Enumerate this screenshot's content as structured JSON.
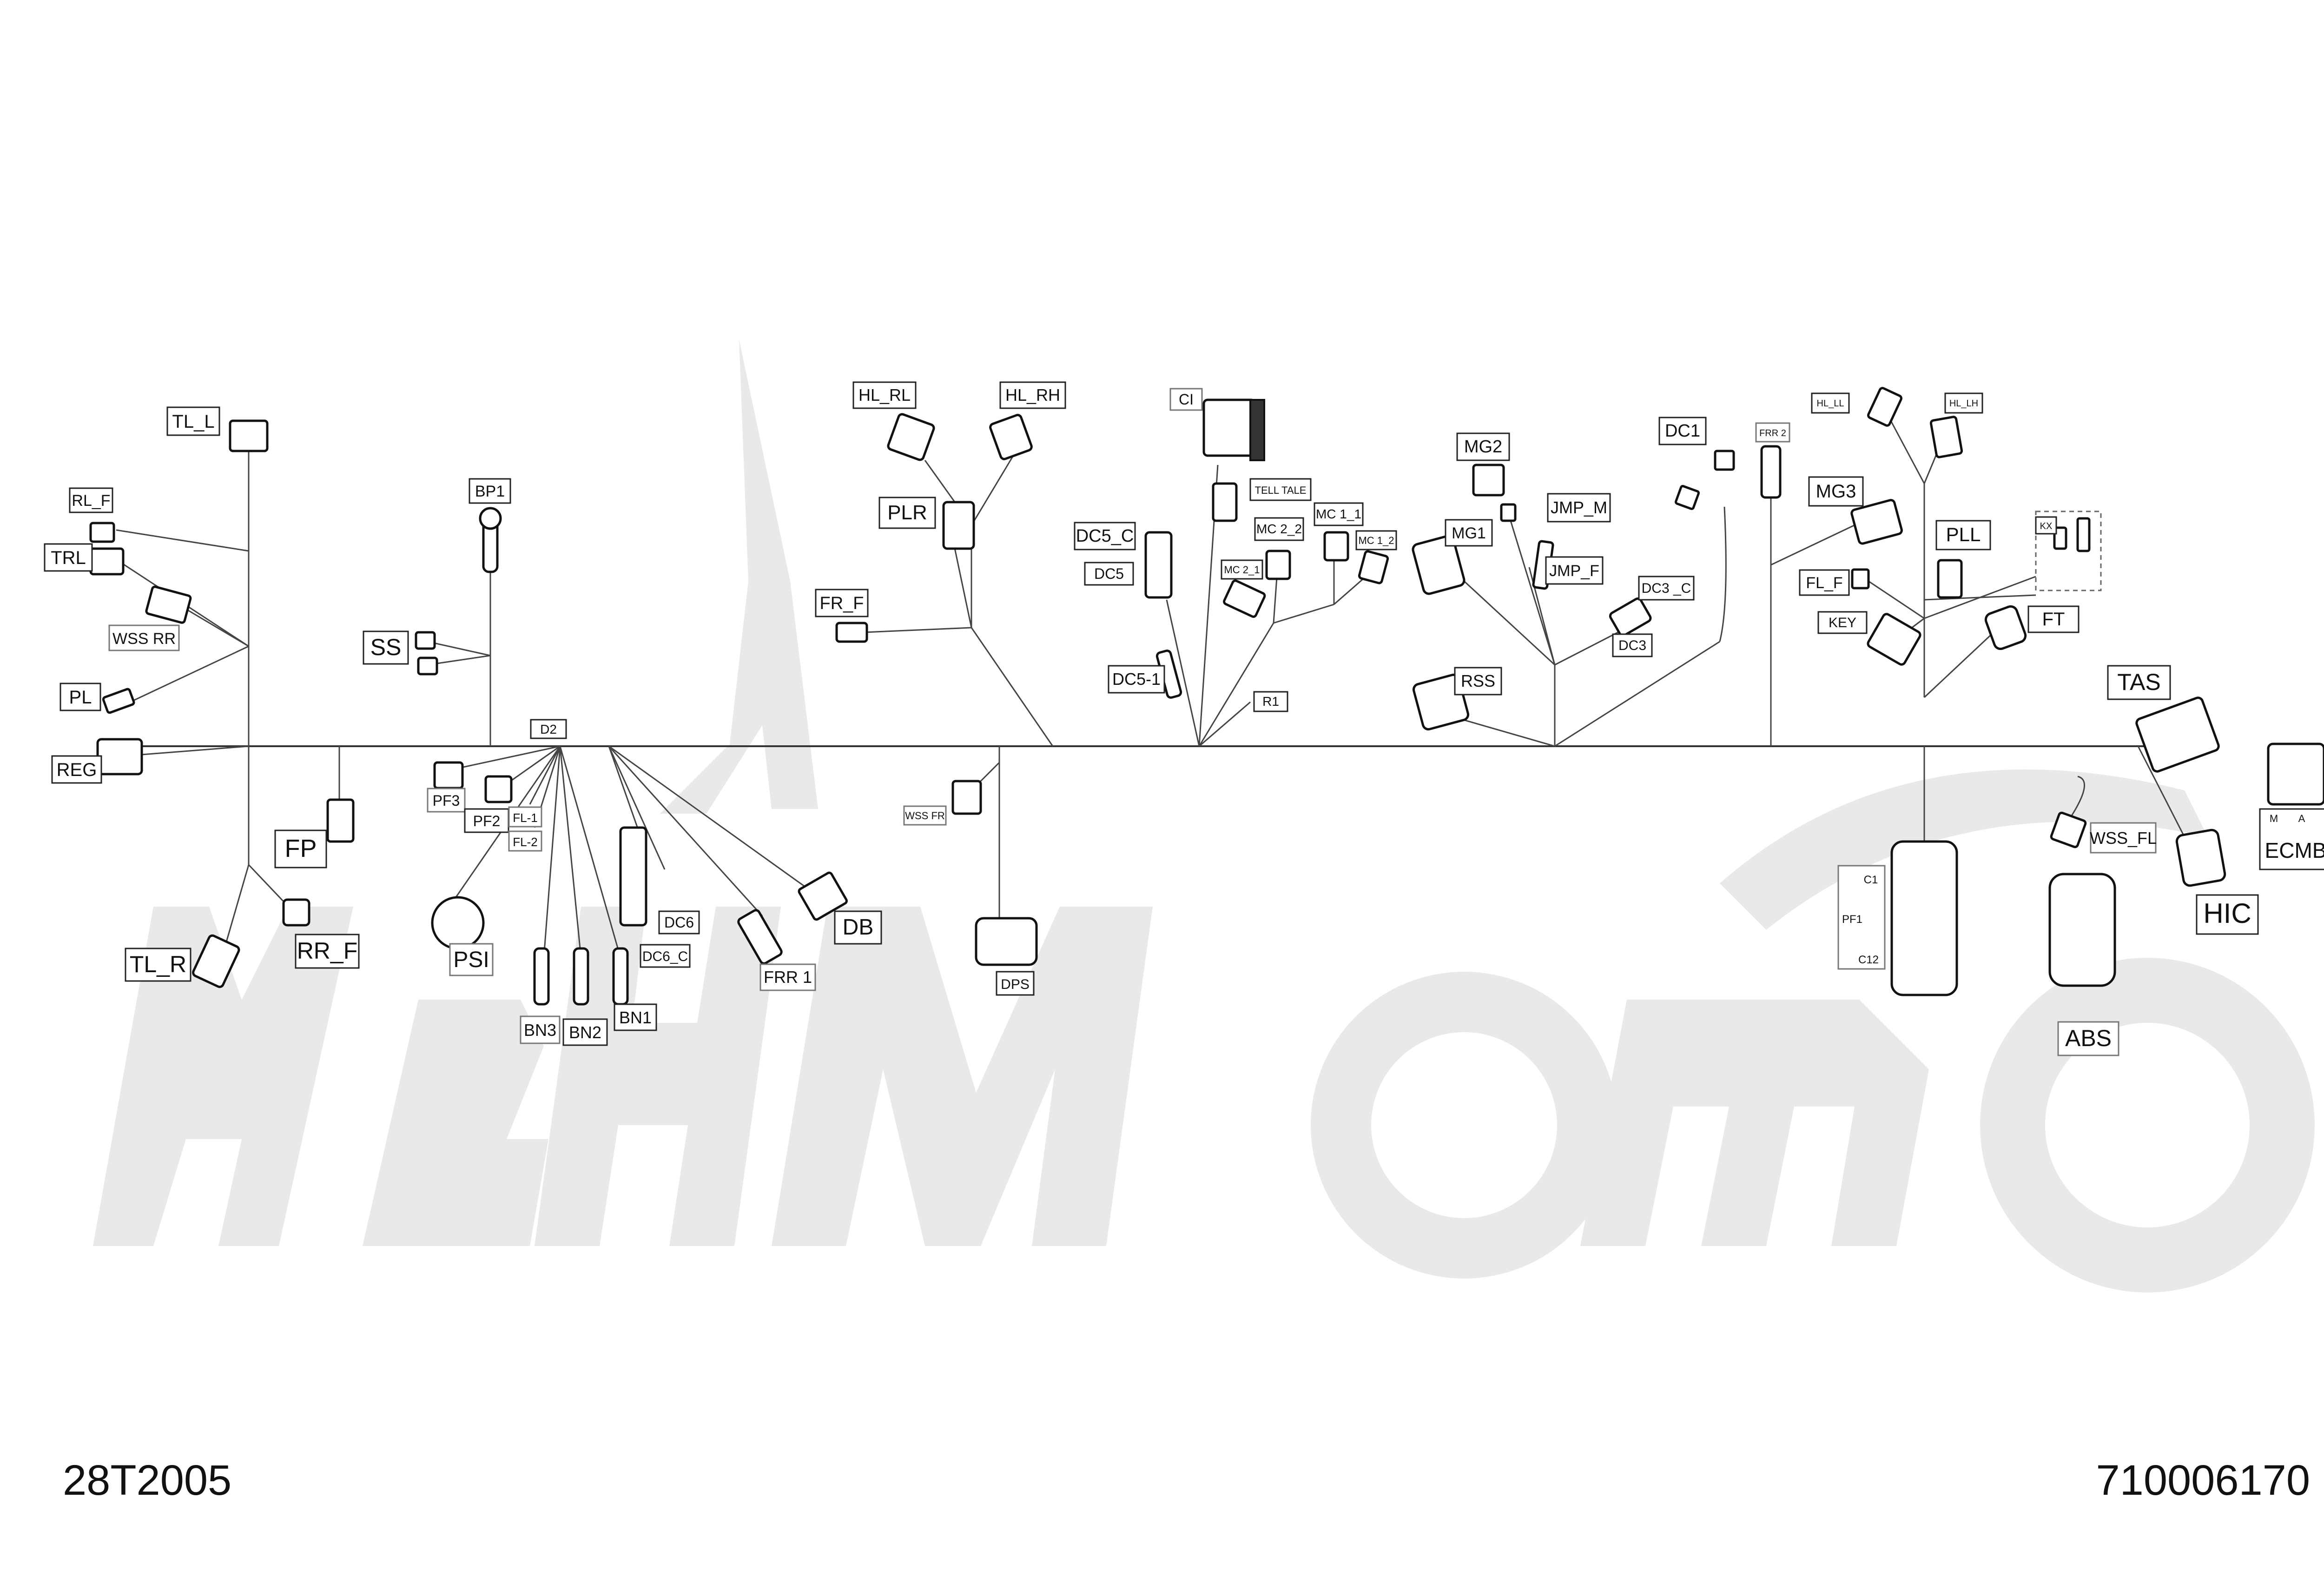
{
  "drawing": {
    "drawing_number": "28T2005",
    "part_number": "710006170"
  },
  "labels": {
    "tl_l": "TL_L",
    "rl_f": "RL_F",
    "trl": "TRL",
    "wss_rr": "WSS RR",
    "pl": "PL",
    "reg": "REG",
    "fp": "FP",
    "tl_r": "TL_R",
    "rr_f": "RR_F",
    "bp1": "BP1",
    "ss": "SS",
    "d2": "D2",
    "pf3": "PF3",
    "pf2": "PF2",
    "fl1": "FL-1",
    "fl2": "FL-2",
    "psi": "PSI",
    "bn3": "BN3",
    "bn2": "BN2",
    "bn1": "BN1",
    "dc6": "DC6",
    "dc6_c": "DC6_C",
    "frr1": "FRR 1",
    "db": "DB",
    "wss_fr": "WSS FR",
    "dps": "DPS",
    "hl_rl": "HL_RL",
    "hl_rh": "HL_RH",
    "plr": "PLR",
    "fr_f": "FR_F",
    "ci": "CI",
    "tell_tale": "TELL TALE",
    "dc5_c": "DC5_C",
    "dc5": "DC5",
    "mc2_2": "MC 2_2",
    "mc1_1": "MC 1_1",
    "mc1_2": "MC 1_2",
    "mc2_1": "MC 2_1",
    "dc5_1": "DC5-1",
    "r1": "R1",
    "mg2": "MG2",
    "mg1": "MG1",
    "jmp_m": "JMP_M",
    "jmp_f": "JMP_F",
    "dc1": "DC1",
    "dc3_c": "DC3 _C",
    "dc3": "DC3",
    "rss": "RSS",
    "frr2": "FRR 2",
    "hl_ll": "HL_LL",
    "hl_lh": "HL_LH",
    "mg3": "MG3",
    "pll": "PLL",
    "kx": "KX",
    "fl_f": "FL_F",
    "key": "KEY",
    "ft": "FT",
    "tas": "TAS",
    "ecmb": "ECMB",
    "ecmb_m": "M",
    "ecmb_a": "A",
    "hic": "HIC",
    "wss_fl": "WSS_FL",
    "abs": "ABS",
    "c1": "C1",
    "pf1": "PF1",
    "c12": "C12"
  }
}
